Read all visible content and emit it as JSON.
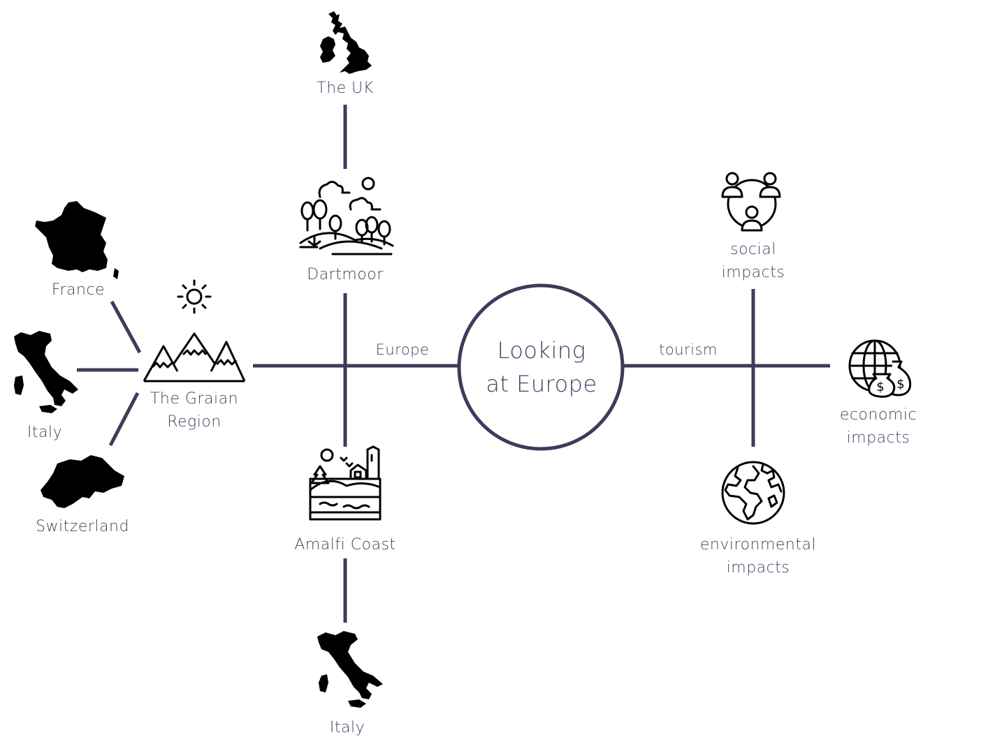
{
  "center": {
    "line1": "Looking",
    "line2": "at Europe"
  },
  "branches": {
    "europe": "Europe",
    "tourism": "tourism"
  },
  "nodes": {
    "uk": "The UK",
    "dartmoor": "Dartmoor",
    "amalfi": "Amalfi Coast",
    "italy_bottom": "Italy",
    "graian_line1": "The Graian",
    "graian_line2": "Region",
    "france": "France",
    "italy_left": "Italy",
    "switzerland": "Switzerland",
    "social_line1": "social",
    "social_line2": "impacts",
    "economic_line1": "economic",
    "economic_line2": "impacts",
    "environmental_line1": "environmental",
    "environmental_line2": "impacts"
  },
  "icons": {
    "uk": "uk-map-icon",
    "dartmoor": "countryside-landscape-icon",
    "amalfi": "coastal-village-icon",
    "italy_bottom": "italy-map-icon",
    "graian": "mountains-icon",
    "sun": "sun-icon",
    "france": "france-map-icon",
    "italy_left": "italy-map-icon",
    "switzerland": "switzerland-map-icon",
    "social": "people-network-icon",
    "economic": "globe-money-bags-icon",
    "environmental": "earth-globe-icon"
  },
  "colors": {
    "connector": "#43385a",
    "text": "#4a3d60",
    "icon": "#000000"
  }
}
